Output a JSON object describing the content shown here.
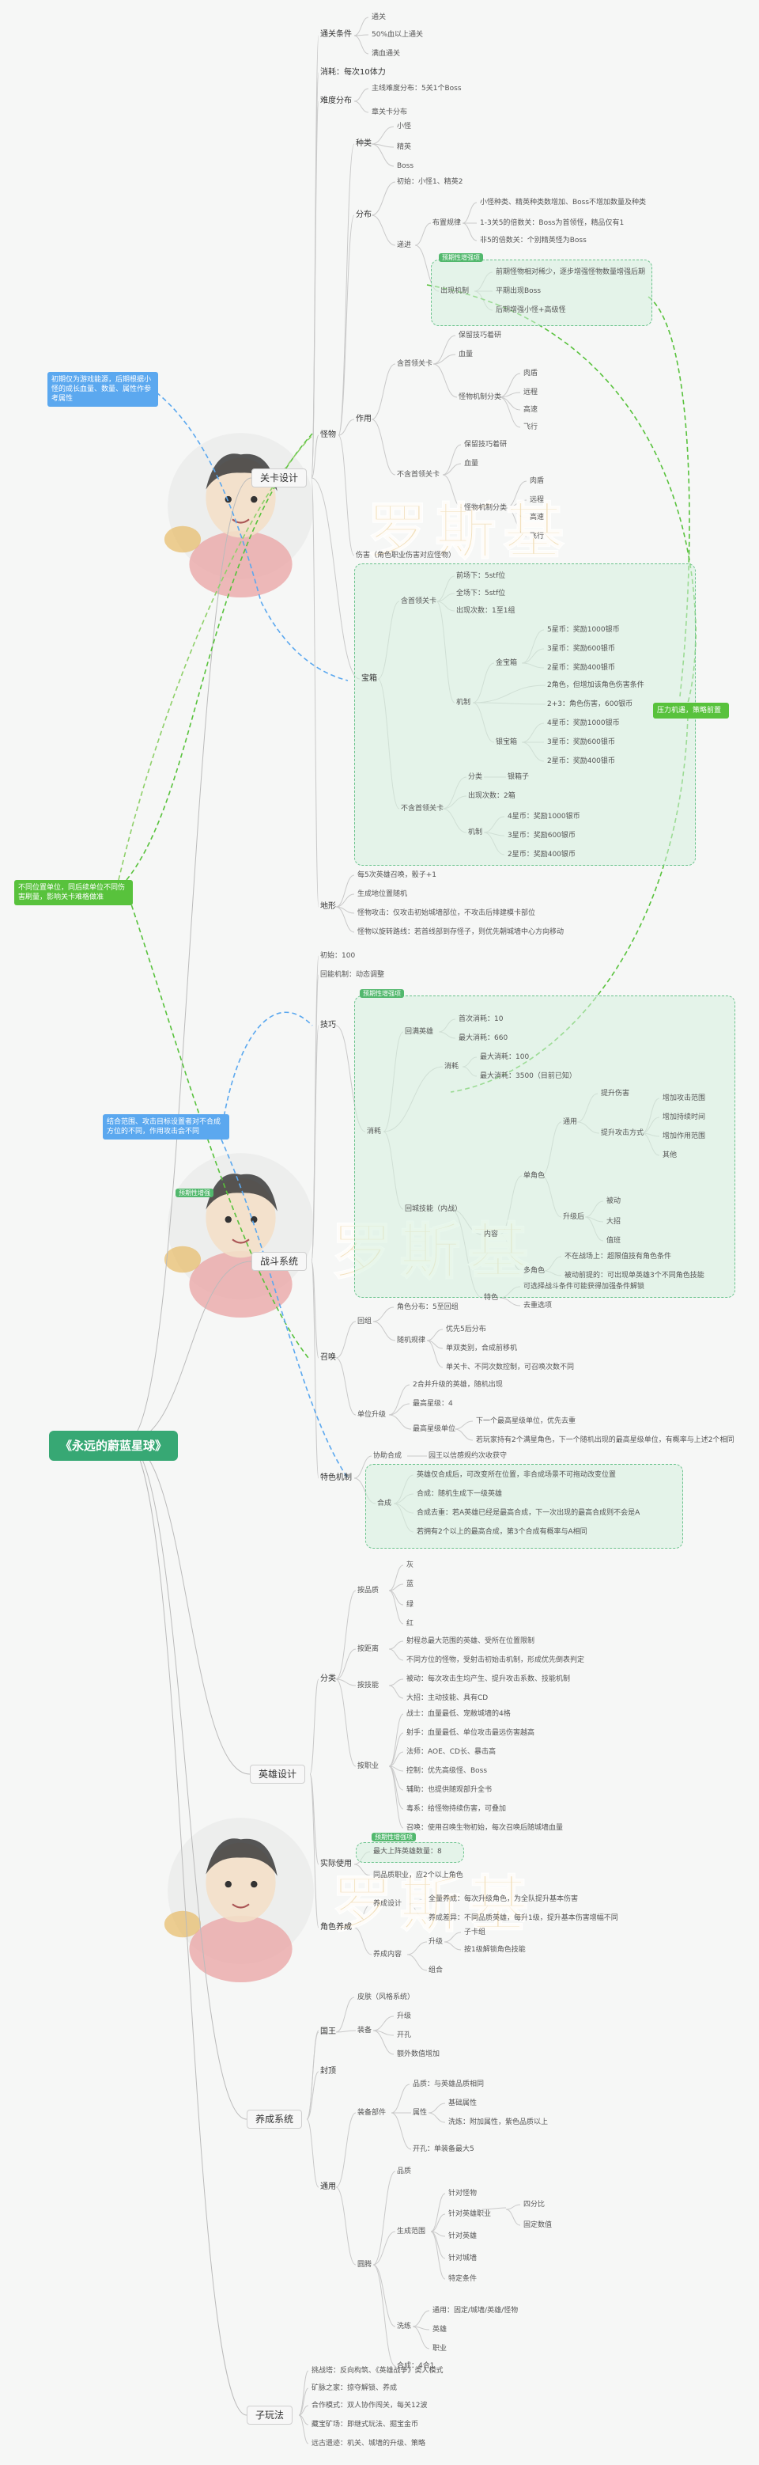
{
  "title": "《永远的蔚蓝星球》",
  "level_design": {
    "title": "关卡设计",
    "clear_cond": {
      "label": "通关条件",
      "items": [
        "通关",
        "50%血以上通关",
        "满血通关"
      ]
    },
    "stamina": "消耗：每次10体力",
    "difficulty": {
      "label": "难度分布",
      "items": [
        "主线难度分布：5关1个Boss",
        "章关卡分布"
      ]
    },
    "monster": {
      "label": "怪物",
      "types": {
        "label": "种类",
        "items": [
          "小怪",
          "精英",
          "Boss"
        ]
      },
      "dist": {
        "label": "分布",
        "initial": "初始：小怪1、精英2",
        "rule": {
          "label": "递进",
          "subrule": "布置规律",
          "subrule_items": [
            "小怪种类、精英种类数增加、Boss不增加数量及种类",
            "1-3关5的倍数关：Boss为首领怪，精品仅有1",
            "非5的倍数关：个别精英怪为Boss"
          ]
        },
        "group_tag": "预期性增强项",
        "spawn": {
          "label": "出现机制",
          "items": [
            "前期怪物相对稀少，逐步增强怪物数量增强后期",
            "平期出现Boss",
            "后期增强小怪+高级怪"
          ]
        }
      },
      "func": {
        "label": "作用",
        "with_monster": {
          "label": "含首领关卡",
          "items": [
            "保留技巧着研",
            "血量"
          ],
          "attack": {
            "label": "怪物机制分类",
            "items": [
              "肉盾",
              "远程",
              "高速",
              "飞行"
            ]
          }
        },
        "without_monster": {
          "label": "不含首领关卡",
          "items": [
            "保留技巧着研",
            "血量"
          ],
          "attack": {
            "label": "怪物机制分类",
            "items": [
              "肉盾",
              "远程",
              "高速",
              "飞行"
            ]
          }
        }
      },
      "drop": "伤害（角色职业伤害对应怪物）"
    },
    "treasure": {
      "label": "宝箱",
      "with_boss": {
        "label": "含首领关卡",
        "pos": "前场下：5stf位",
        "pos2": "全场下：5stf位",
        "count": "出现次数：1至1组",
        "mech": {
          "label": "机制",
          "full": {
            "label": "金宝箱",
            "items": [
              "5星币：奖励1000银币",
              "3星币：奖励600银币",
              "2星币：奖励400银币"
            ]
          },
          "cond": "2角色，但增加该角色伤害条件",
          "cond2": "2+3：角色伤害，600银币",
          "silver": {
            "label": "银宝箱",
            "items": [
              "4星币：奖励1000银币",
              "3星币：奖励600银币",
              "2星币：奖励400银币"
            ]
          }
        }
      },
      "without_boss": {
        "label": "不含首领关卡",
        "kind": {
          "label": "分类",
          "value": "银箱子"
        },
        "count": "出现次数：2箱",
        "mech": {
          "label": "机制",
          "items": [
            "4星币：奖励1000银币",
            "3星币：奖励600银币",
            "2星币：奖励400银币"
          ]
        }
      }
    },
    "map": {
      "label": "地形",
      "items": [
        "每5次英雄召唤，骰子+1",
        "生成地位置随机",
        "怪物攻击：仅攻击初始城墙部位，不攻击后排建模卡部位",
        "怪物以旋转路线：若首线部到存怪子，则优先朝城墙中心方向移动"
      ]
    }
  },
  "battle": {
    "title": "战斗系统",
    "tag": "预期性增强",
    "init": "初始：100",
    "energy": "回能机制：动态调整",
    "skill": {
      "label": "技巧",
      "tag": "预期性增强项",
      "consume": {
        "label": "消耗",
        "echo": {
          "label": "回满英雄",
          "items": [
            "首次消耗：10",
            "最大消耗：660"
          ]
        },
        "inherit": {
          "label": "消耗",
          "items": [
            "最大消耗：100",
            "最大消耗：3500（目前已知）"
          ]
        }
      },
      "battle_skill": {
        "label": "回城技能（内战）",
        "content": {
          "label": "内容",
          "single": {
            "label": "单角色",
            "general": {
              "label": "通用",
              "items": [
                "提升伤害"
              ],
              "sub": {
                "label": "提升攻击方式",
                "items": [
                  "增加攻击范围",
                  "增加持续时间",
                  "增加作用范围",
                  "其他"
                ]
              }
            },
            "upgrade": {
              "label": "升级后",
              "items": [
                "被动",
                "大招",
                "值班"
              ]
            }
          },
          "multi": {
            "label": "多角色",
            "items": [
              "不在战场上：超限值技有角色条件",
              "被动前提的：可出现单英雄3个不同角色技能"
            ]
          }
        },
        "feature": {
          "label": "特色",
          "items": [
            "可选择战斗条件可能获得加强条件解锁",
            "去重选项"
          ]
        }
      }
    },
    "recall": {
      "label": "召唤",
      "rate": {
        "label": "回组",
        "items": [
          "角色分布：5至回组"
        ]
      },
      "random": {
        "label": "随机规律",
        "items": [
          "优先5后分布",
          "单双类别，合成前移机",
          "单关卡、不同次数控制，可召唤次数不同"
        ]
      },
      "unit": {
        "label": "单位升级",
        "items": [
          "2合并升级的英雄，随机出现",
          "最高星级：4"
        ],
        "max": {
          "label": "最高星级单位",
          "items": [
            "下一个最高星级单位，优先去重",
            "若玩家持有2个满星角色，下一个随机出现的最高星级单位，有概率与上述2个相同"
          ]
        }
      }
    },
    "special": {
      "label": "特色机制",
      "speed": "协助合成",
      "speed_desc": "园王以信感规约次收获守",
      "merge": {
        "label": "合成",
        "items": [
          "英雄仅合成后，可改变所在位置，非合成场景不可拖动改变位置",
          "合成：随机生成下一级英雄",
          "合成去重：若A英雄已经是最高合成，下一次出现的最高合成则不会是A",
          "若拥有2个以上的最高合成，第3个合成有概率与A相同"
        ]
      }
    }
  },
  "hero": {
    "title": "英雄设计",
    "category": {
      "label": "分类",
      "rarity": {
        "label": "按品质",
        "items": [
          "灰",
          "蓝",
          "绿",
          "红"
        ]
      },
      "range": {
        "label": "按距离",
        "items": [
          "射程总最大范围的英雄、受所在位置限制",
          "不同方位的怪物，受射击初始击机制，形成优先倒表判定"
        ]
      },
      "skill": {
        "label": "按技能",
        "items": [
          "被动：每次攻击生均产生、提升攻击系数、技能机制",
          "大招：主动技能、具有CD"
        ]
      },
      "job": {
        "label": "按职业",
        "items": [
          "战士：血量最低、宠敝城墙的4格",
          "射手：血量最低、单位攻击最远伤害越高",
          "法师：AOE、CD长、暴击高",
          "控制：优先高级怪、Boss",
          "辅助：也提供随观部升全书",
          "毒系：给怪物持续伤害，可叠加",
          "召唤：使用召唤生物初始，每次召唤后随城墙血量"
        ]
      }
    },
    "deploy": {
      "label": "实际使用",
      "tag": "预期性增强项",
      "items": [
        "最大上阵英雄数量：8",
        "同品质职业，应2个以上角色"
      ]
    },
    "grow": {
      "label": "角色养成",
      "design": {
        "label": "养成设计",
        "items": [
          "全量养成：每次升级角色，为全队提升基本伤害",
          "养成差异：不同品质英雄，每升1级，提升基本伤害增幅不同"
        ]
      },
      "content": {
        "label": "养成内容",
        "upgrade": {
          "label": "升级",
          "items": [
            "子卡组",
            "按1级解锁角色技能"
          ]
        },
        "combo": "组合"
      }
    }
  },
  "growth": {
    "title": "养成系统",
    "city": {
      "label": "国王",
      "items": [
        "皮肤（风格系统）"
      ]
    },
    "equip": {
      "label": "装备",
      "items": [
        "升级",
        "开孔",
        "额外数值增加"
      ]
    },
    "ship": {
      "label": "封顶"
    },
    "general": {
      "label": "通用",
      "equip_part": {
        "label": "装备部件",
        "items": [
          "品质：与英雄品质相同"
        ],
        "attr": {
          "label": "属性",
          "items": [
            "基础属性",
            "洗炼：附加属性，紫色品质以上"
          ]
        },
        "hole": "开孔：单装备最大5"
      },
      "charm": {
        "label": "圆腾",
        "quality": "品质",
        "gen": {
          "label": "生成范围",
          "items": [
            "针对怪物",
            "针对英雄职业",
            "针对英雄",
            "针对城墙",
            "特定条件"
          ],
          "sub": {
            "label": "",
            "items": [
              "四分比",
              "固定数值"
            ]
          }
        },
        "wash": {
          "label": "洗练",
          "items": [
            "通用：固定/城墙/英雄/怪物",
            "英雄",
            "职业"
          ]
        },
        "merge": "合成：4合1"
      }
    }
  },
  "mini": {
    "title": "子玩法",
    "items": [
      "挑战塔：反向构筑、《英雄战争》类人模式",
      "矿脉之家：掠夺解锁、养成",
      "合作模式：双人协作闯关，每关12波",
      "藏宝矿场：即继式玩法、掘宝金币",
      "远古遗迹：机关、城墙的升级、策略"
    ]
  },
  "notes": {
    "blue1": "初期仅为游戏能源，后期根据小怪的成长血量、数量、属性作参考属性",
    "green1": "不同位置单位，同后续单位不同伤害刷量，影响关卡难格做准",
    "blue2": "结合范围、攻击目标设置者对不合成方位的不同，作用攻击会不同",
    "green2": "压力机遇，策略前置"
  },
  "watermark": "罗斯基",
  "colors": {
    "root": "#37a874",
    "box": "#6cc38d",
    "note_blue": "#5ba8ef",
    "note_green": "#58c23c"
  }
}
